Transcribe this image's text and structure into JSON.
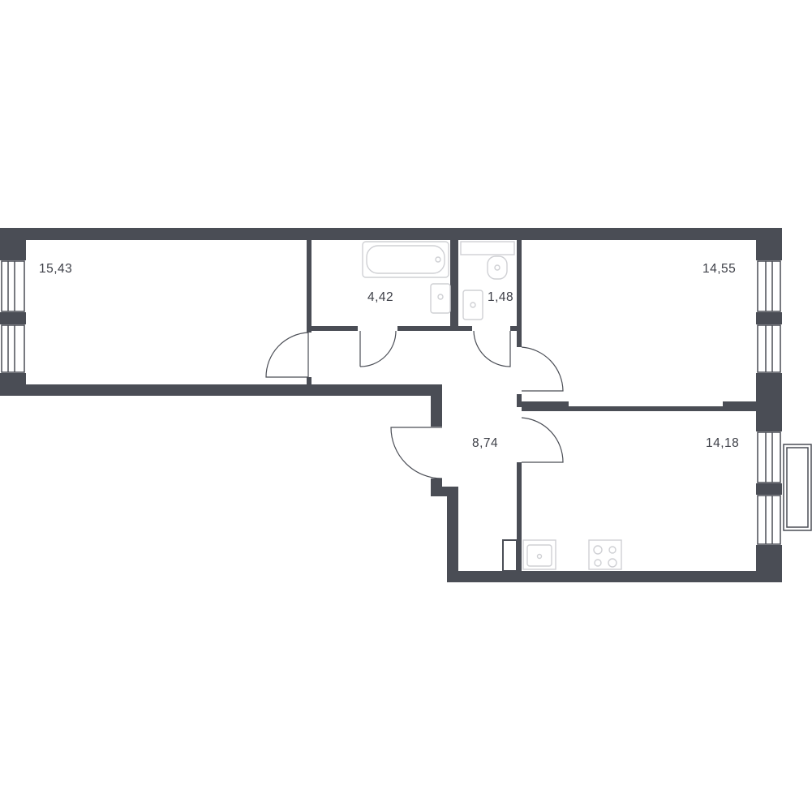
{
  "colors": {
    "wall": "#4a4d55",
    "fixture": "#cfd0d4",
    "background": "#ffffff"
  },
  "rooms": [
    {
      "id": "bedroom-left",
      "area": "15,43"
    },
    {
      "id": "bathroom",
      "area": "4,42"
    },
    {
      "id": "toilet",
      "area": "1,48"
    },
    {
      "id": "bedroom-right",
      "area": "14,55"
    },
    {
      "id": "hallway",
      "area": "8,74"
    },
    {
      "id": "kitchen",
      "area": "14,18"
    }
  ]
}
